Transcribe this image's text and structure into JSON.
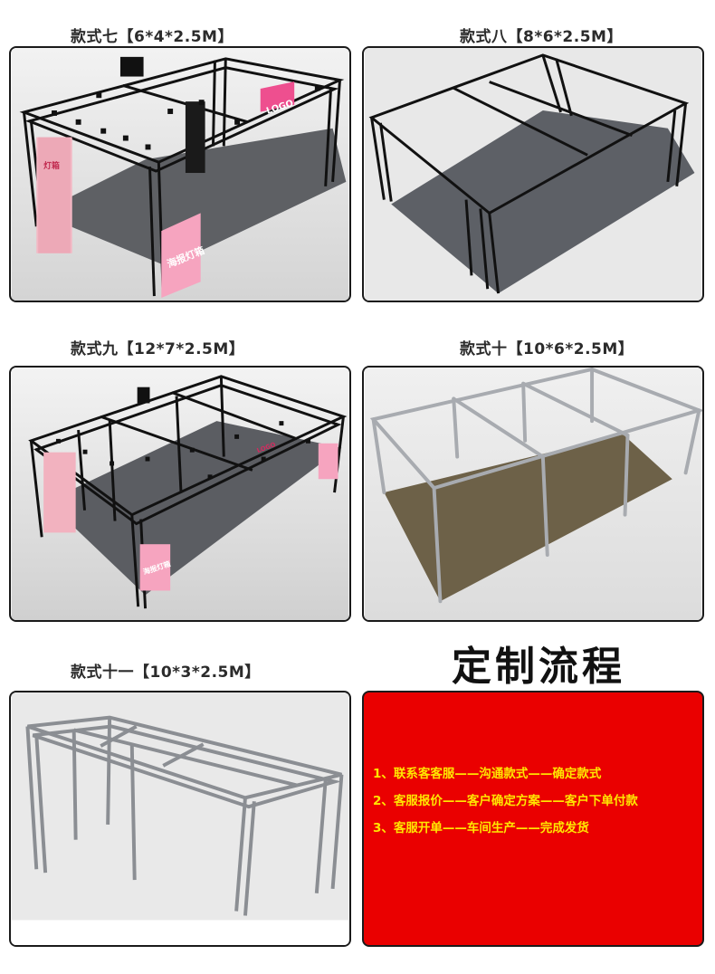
{
  "booths": [
    {
      "caption": "款式七【6*4*2.5M】",
      "logo_text": "LOGO",
      "lightbox_text": "海报灯箱",
      "side_text": "灯箱"
    },
    {
      "caption": "款式八【8*6*2.5M】"
    },
    {
      "caption": "款式九【12*7*2.5M】",
      "logo_text": "LOGO",
      "lightbox_text": "海报灯箱"
    },
    {
      "caption": "款式十【10*6*2.5M】"
    },
    {
      "caption": "款式十一【10*3*2.5M】"
    }
  ],
  "process": {
    "title": "定制流程",
    "steps": [
      "1、联系客客服——沟通款式——确定款式",
      "2、客服报价——客户确定方案——客户下单付款",
      "3、客服开单——车间生产——完成发货"
    ],
    "box_color": "#ea0000",
    "text_color": "#ffe600"
  }
}
